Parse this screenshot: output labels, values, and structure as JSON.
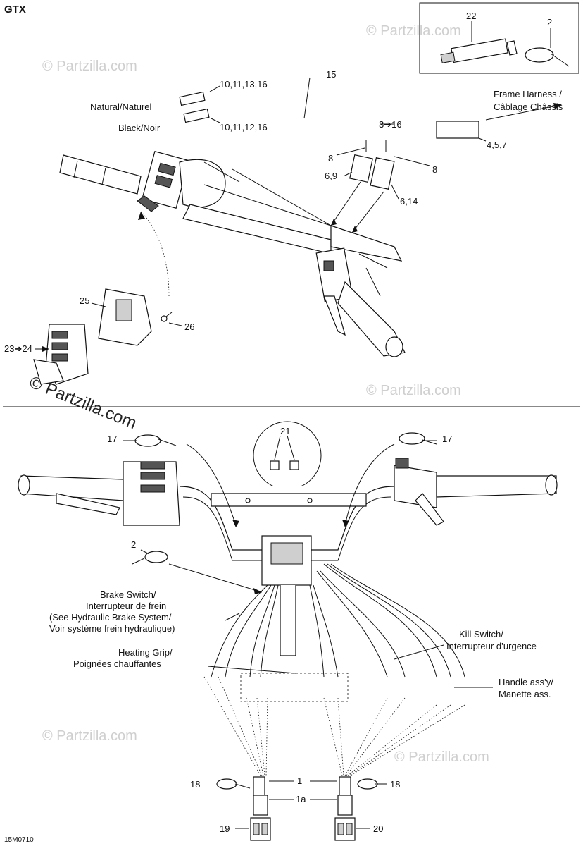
{
  "model_label": "GTX",
  "figure_code": "15M0710",
  "watermark": "© Partzilla.com",
  "callouts": {
    "c22": "22",
    "c2_top": "2",
    "c15": "15",
    "c10_13": "10,11,13,16",
    "c10_12": "10,11,12,16",
    "c3_16": "3➔16",
    "c8_left": "8",
    "c8_right": "8",
    "c6_9": "6,9",
    "c6_14": "6,14",
    "c4_5_7": "4,5,7",
    "c25": "25",
    "c26": "26",
    "c23_24": "23➔24",
    "c21": "21",
    "c17_left": "17",
    "c17_right": "17",
    "c2_mid": "2",
    "c1": "1",
    "c1a": "1a",
    "c18_left": "18",
    "c18_right": "18",
    "c19": "19",
    "c20": "20"
  },
  "labels": {
    "natural": "Natural/Naturel",
    "black": "Black/Noir",
    "frame_harness_1": "Frame Harness /",
    "frame_harness_2": "Câblage Châssis",
    "brake_1": "Brake Switch/",
    "brake_2": "Interrupteur de frein",
    "brake_3": "(See Hydraulic Brake System/",
    "brake_4": "Voir système frein hydraulique)",
    "heating_1": "Heating Grip/",
    "heating_2": "Poignées chauffantes",
    "kill_1": "Kill Switch/",
    "kill_2": "Interrupteur d’urgence",
    "handle_1": "Handle ass’y/",
    "handle_2": "Manette ass."
  }
}
